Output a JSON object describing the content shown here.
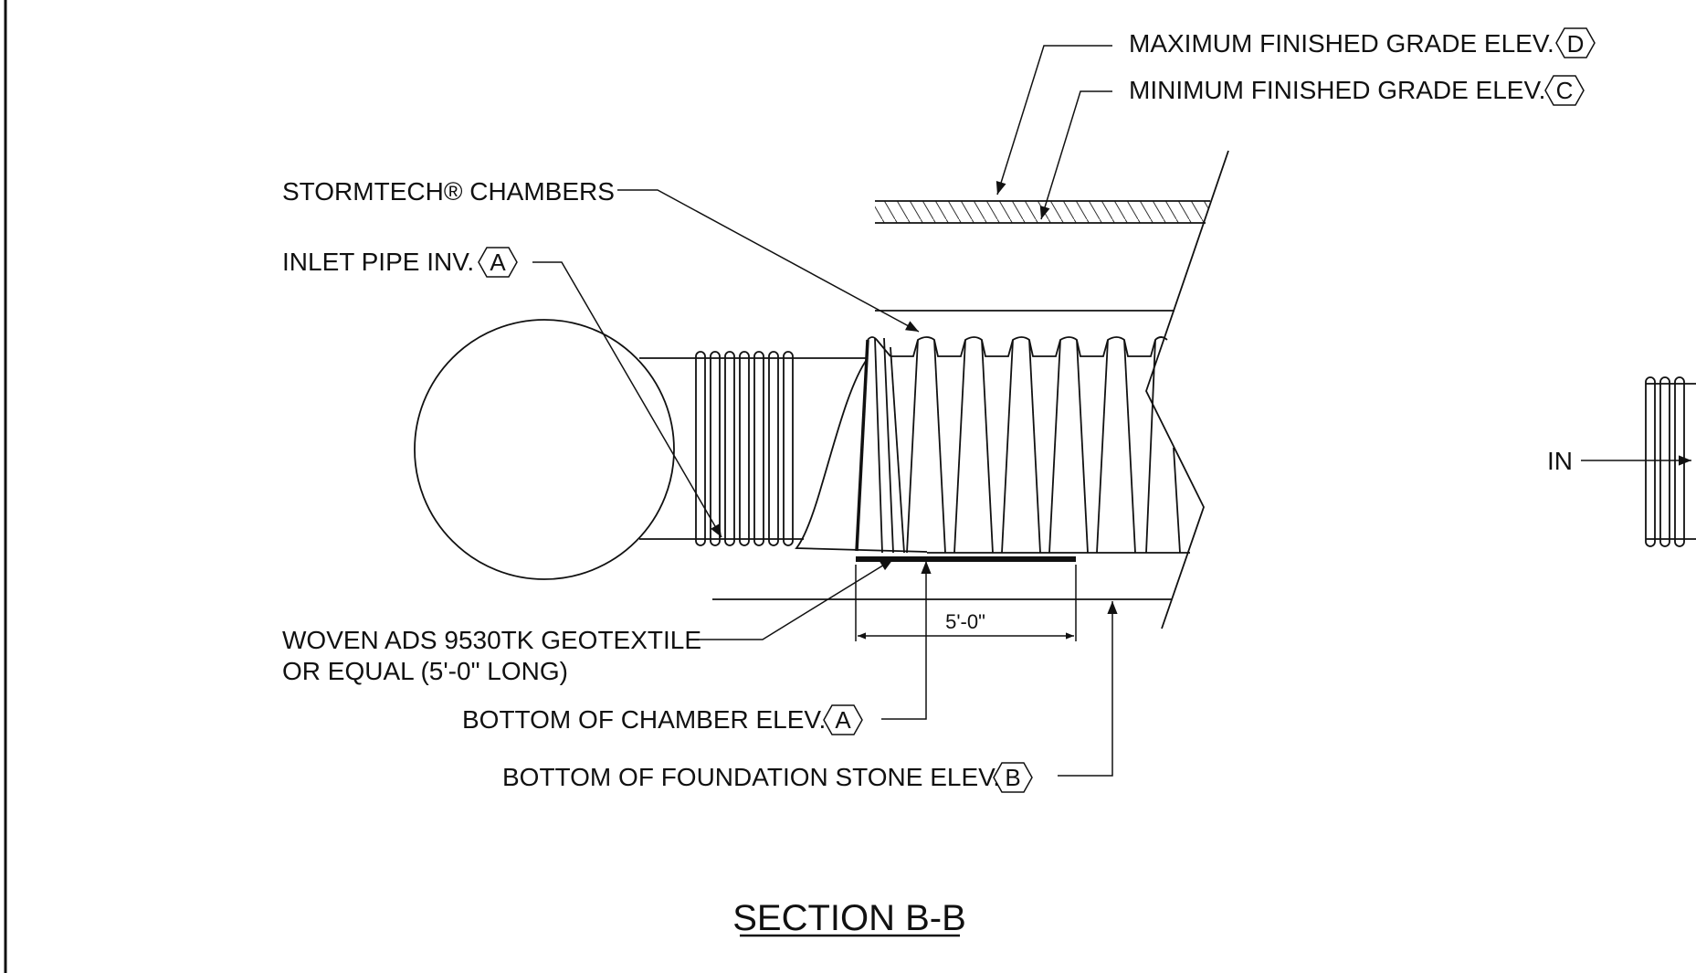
{
  "labels": {
    "max_grade": "MAXIMUM FINISHED GRADE ELEV.",
    "max_grade_tag": "D",
    "min_grade": "MINIMUM FINISHED GRADE ELEV.",
    "min_grade_tag": "C",
    "chambers": "STORMTECH® CHAMBERS",
    "inlet_pipe": "INLET PIPE INV.",
    "inlet_pipe_tag": "A",
    "geotextile_line1": "WOVEN ADS 9530TK GEOTEXTILE",
    "geotextile_line2": "OR EQUAL (5'-0\" LONG)",
    "bottom_chamber": "BOTTOM OF CHAMBER ELEV.",
    "bottom_chamber_tag": "A",
    "bottom_stone": "BOTTOM OF FOUNDATION STONE ELEV.",
    "bottom_stone_tag": "B",
    "dimension": "5'-0\"",
    "flow_in": "IN"
  },
  "title": "SECTION B-B"
}
